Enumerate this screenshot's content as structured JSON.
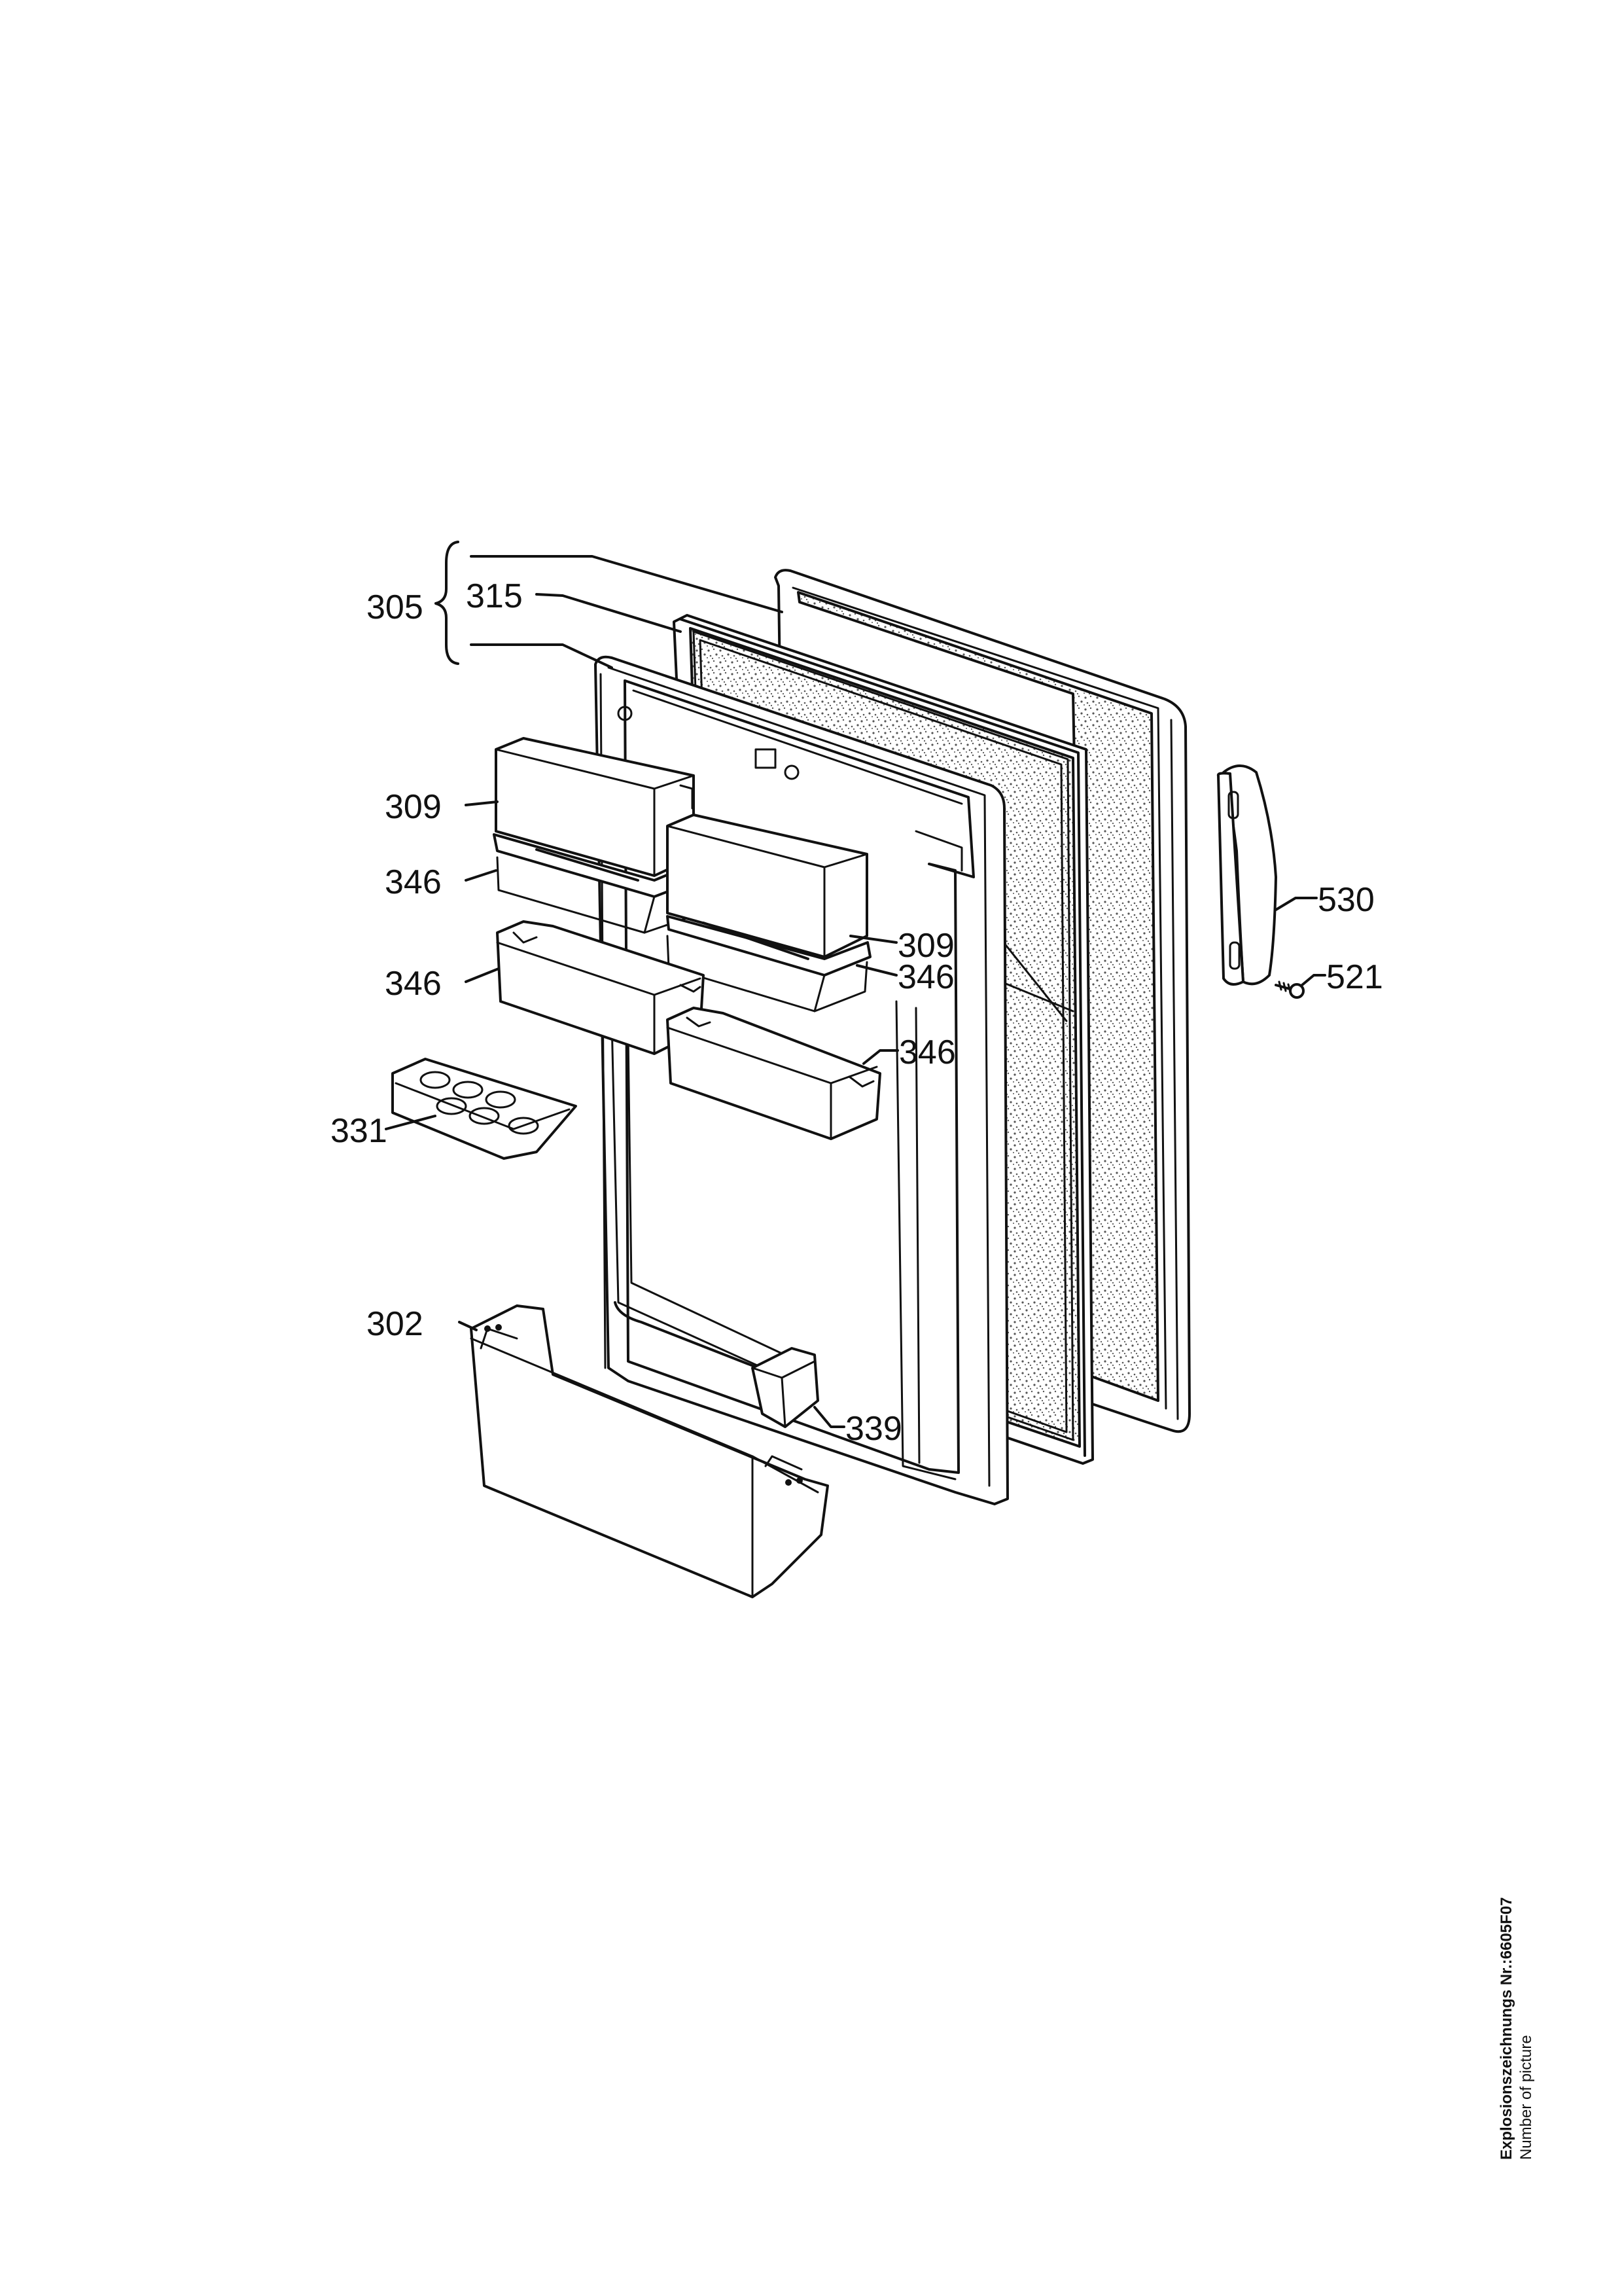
{
  "callouts": {
    "c305": "305",
    "c315": "315",
    "c309_left": "309",
    "c309_right": "309",
    "c346_a": "346",
    "c346_b": "346",
    "c346_c": "346",
    "c346_d": "346",
    "c331": "331",
    "c302": "302",
    "c339": "339",
    "c530": "530",
    "c521": "521"
  },
  "caption": {
    "title": "Explosionszeichnungs Nr.:6605F07",
    "subtitle": "Number of picture"
  },
  "colors": {
    "ink": "#111111",
    "paper": "#ffffff",
    "texture": "#555555"
  }
}
